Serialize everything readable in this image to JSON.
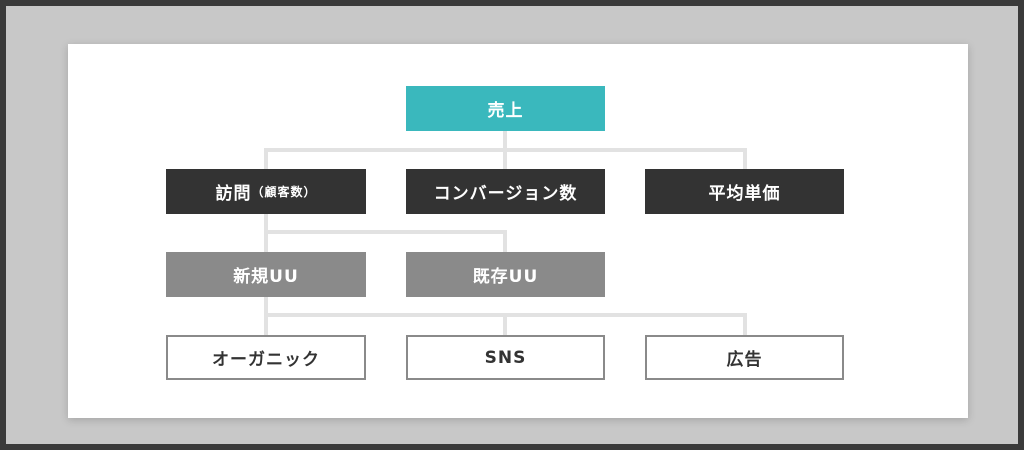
{
  "diagram": {
    "root": {
      "label": "売上",
      "color": "#3ab8bd"
    },
    "level1": [
      {
        "label": "訪問",
        "sub": "（顧客数）",
        "color": "#333333"
      },
      {
        "label": "コンバージョン数",
        "color": "#333333"
      },
      {
        "label": "平均単価",
        "color": "#333333"
      }
    ],
    "level2": [
      {
        "label": "新規UU",
        "color": "#8a8a8a"
      },
      {
        "label": "既存UU",
        "color": "#8a8a8a"
      }
    ],
    "level3": [
      {
        "label": "オーガニック"
      },
      {
        "label": "SNS"
      },
      {
        "label": "広告"
      }
    ],
    "connector_color": "#e2e2e2"
  }
}
